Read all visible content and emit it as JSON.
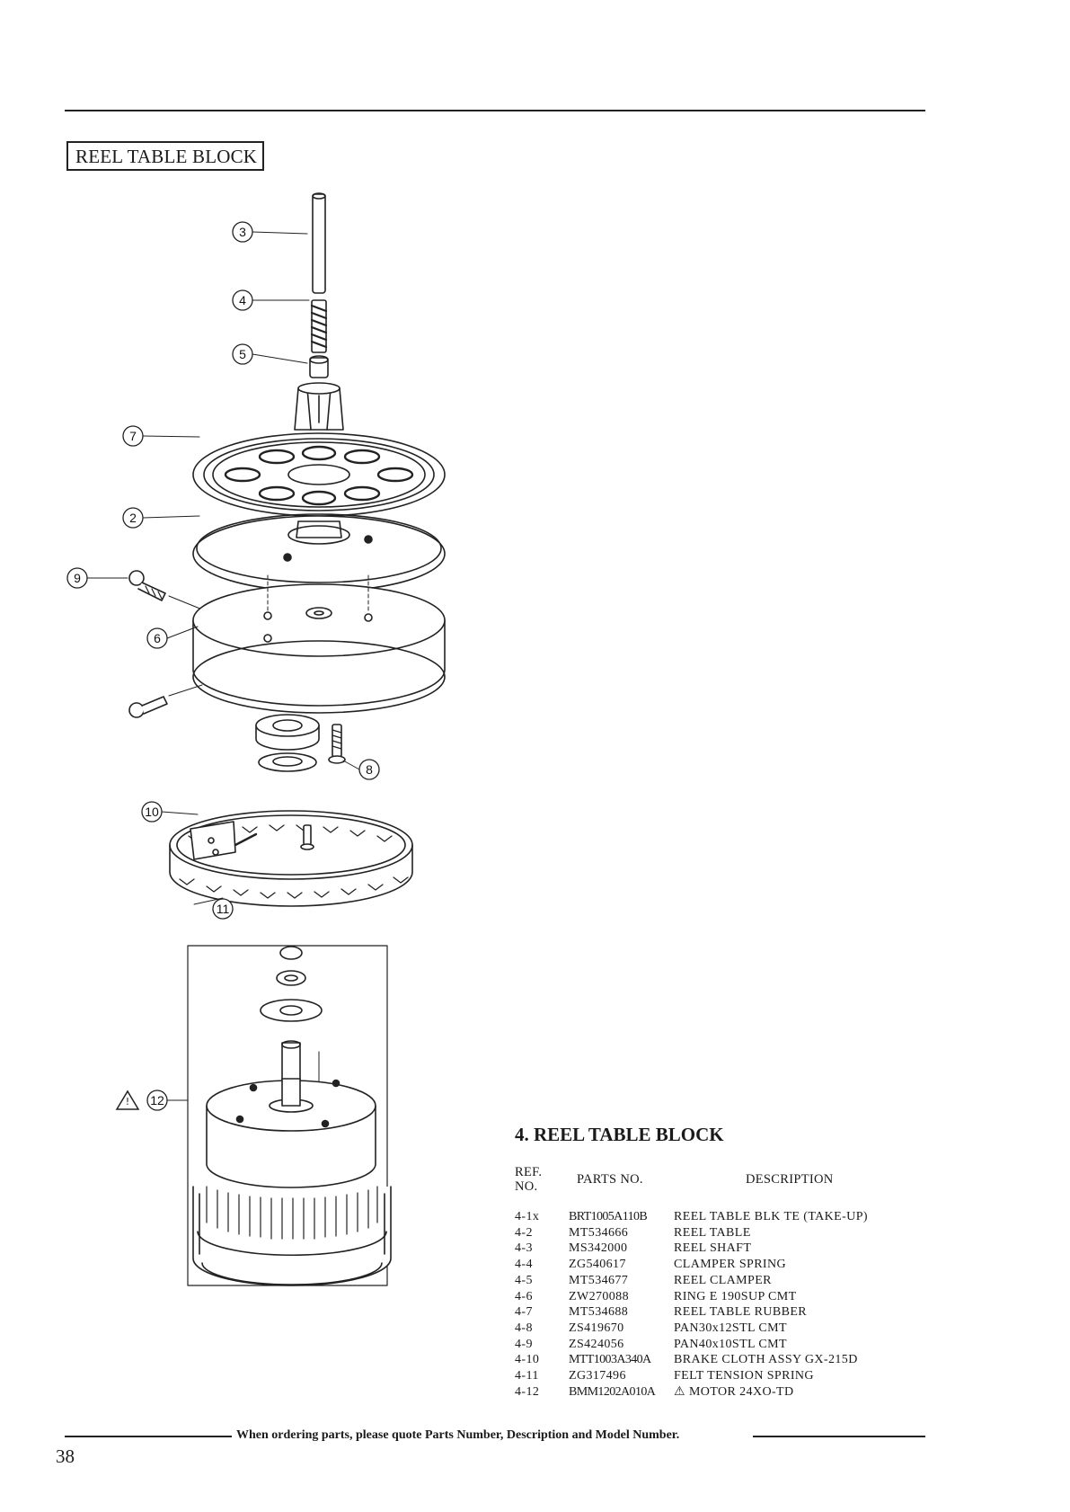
{
  "block_title": "REEL TABLE BLOCK",
  "diagram": {
    "callouts": [
      "3",
      "4",
      "5",
      "7",
      "2",
      "9",
      "6",
      "8",
      "10",
      "11",
      "12"
    ],
    "warning_icon": "warning-triangle-icon"
  },
  "parts_list": {
    "heading": "4. REEL TABLE BLOCK",
    "columns": {
      "ref_line1": "REF.",
      "ref_line2": "NO.",
      "parts_no": "PARTS NO.",
      "description": "DESCRIPTION"
    },
    "rows": [
      {
        "ref": "4-1x",
        "part": "BRT1005A110B",
        "desc": "REEL TABLE BLK TE (TAKE-UP)"
      },
      {
        "ref": "4-2",
        "part": "MT534666",
        "desc": "REEL TABLE"
      },
      {
        "ref": "4-3",
        "part": "MS342000",
        "desc": "REEL SHAFT"
      },
      {
        "ref": "4-4",
        "part": "ZG540617",
        "desc": "CLAMPER SPRING"
      },
      {
        "ref": "4-5",
        "part": "MT534677",
        "desc": "REEL CLAMPER"
      },
      {
        "ref": "4-6",
        "part": "ZW270088",
        "desc": "RING E 190SUP CMT"
      },
      {
        "ref": "4-7",
        "part": "MT534688",
        "desc": "REEL TABLE RUBBER"
      },
      {
        "ref": "4-8",
        "part": "ZS419670",
        "desc": "PAN30x12STL CMT"
      },
      {
        "ref": "4-9",
        "part": "ZS424056",
        "desc": "PAN40x10STL CMT"
      },
      {
        "ref": "4-10",
        "part": "MTT1003A340A",
        "desc": "BRAKE CLOTH ASSY GX-215D"
      },
      {
        "ref": "4-11",
        "part": "ZG317496",
        "desc": "FELT TENSION SPRING"
      },
      {
        "ref": "4-12",
        "part": "BMM1202A010A",
        "desc": "MOTOR 24XO-TD",
        "warning": true
      }
    ]
  },
  "footer_note": "When ordering parts, please quote Parts Number, Description and Model Number.",
  "page_number": "38"
}
